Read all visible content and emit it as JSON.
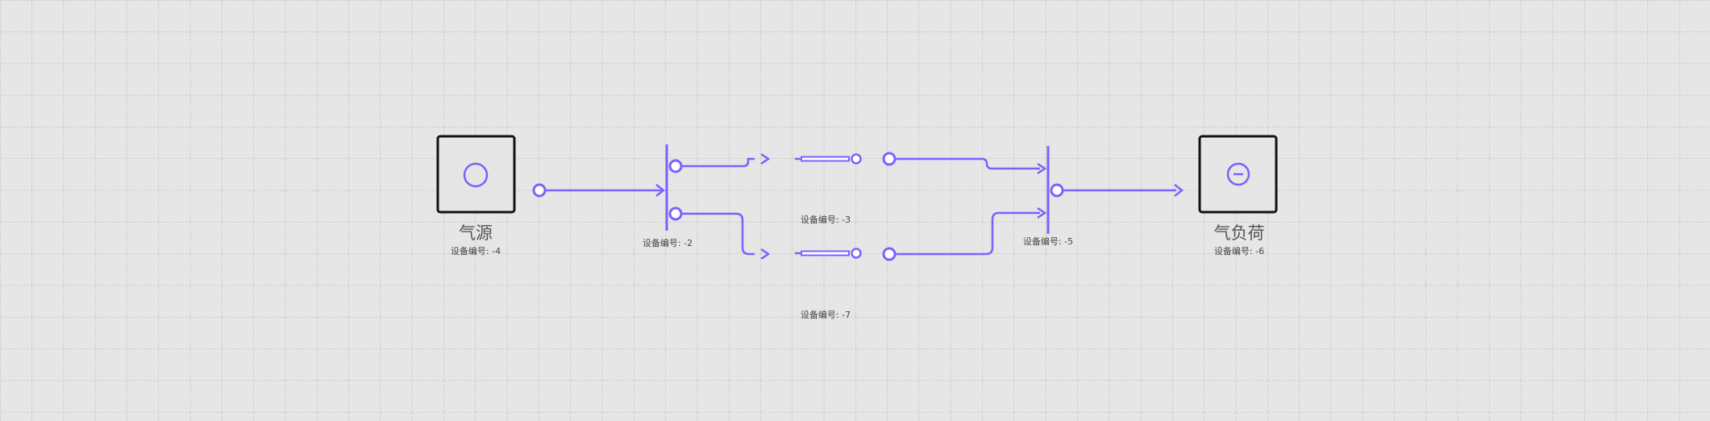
{
  "colors": {
    "background": "#e6e6e6",
    "grid_line": "#aaaaaa",
    "pipe": "#7b61ff",
    "node_border": "#111111",
    "node_fill": "#e6e6e6",
    "title_text": "#555555",
    "label_text": "#444444"
  },
  "nodes": {
    "gas_source": {
      "title": "气源",
      "device_label": "设备编号: -4",
      "icon": "circle-icon"
    },
    "gas_load": {
      "title": "气负荷",
      "device_label": "设备编号: -6",
      "icon": "circle-minus-icon"
    }
  },
  "junctions": {
    "splitter": {
      "device_label": "设备编号: -2"
    },
    "merger": {
      "device_label": "设备编号: -5"
    }
  },
  "pipes": {
    "upper_pipe": {
      "device_label": "设备编号: -3"
    },
    "lower_pipe": {
      "device_label": "设备编号: -7"
    }
  }
}
